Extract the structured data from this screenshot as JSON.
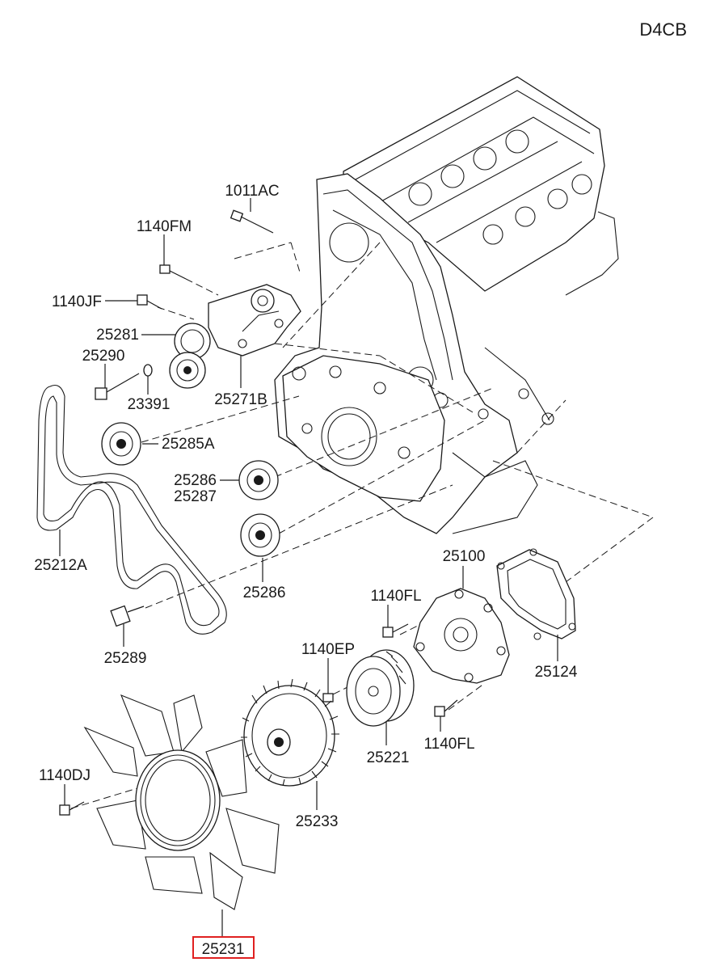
{
  "engine_code": "D4CB",
  "highlight_color": "#e02020",
  "highlighted_part": "25231",
  "parts": {
    "p1011AC": "1011AC",
    "p1140FM": "1140FM",
    "p1140JF": "1140JF",
    "p25281": "25281",
    "p25290": "25290",
    "p23391": "23391",
    "p25271B": "25271B",
    "p25285A": "25285A",
    "p25286a": "25286",
    "p25287": "25287",
    "p25212A": "25212A",
    "p25286b": "25286",
    "p25289": "25289",
    "p25100": "25100",
    "p1140FLa": "1140FL",
    "p25124": "25124",
    "p1140EP": "1140EP",
    "p25221": "25221",
    "p1140FLb": "1140FL",
    "p1140DJ": "1140DJ",
    "p25233": "25233",
    "p25231": "25231"
  }
}
